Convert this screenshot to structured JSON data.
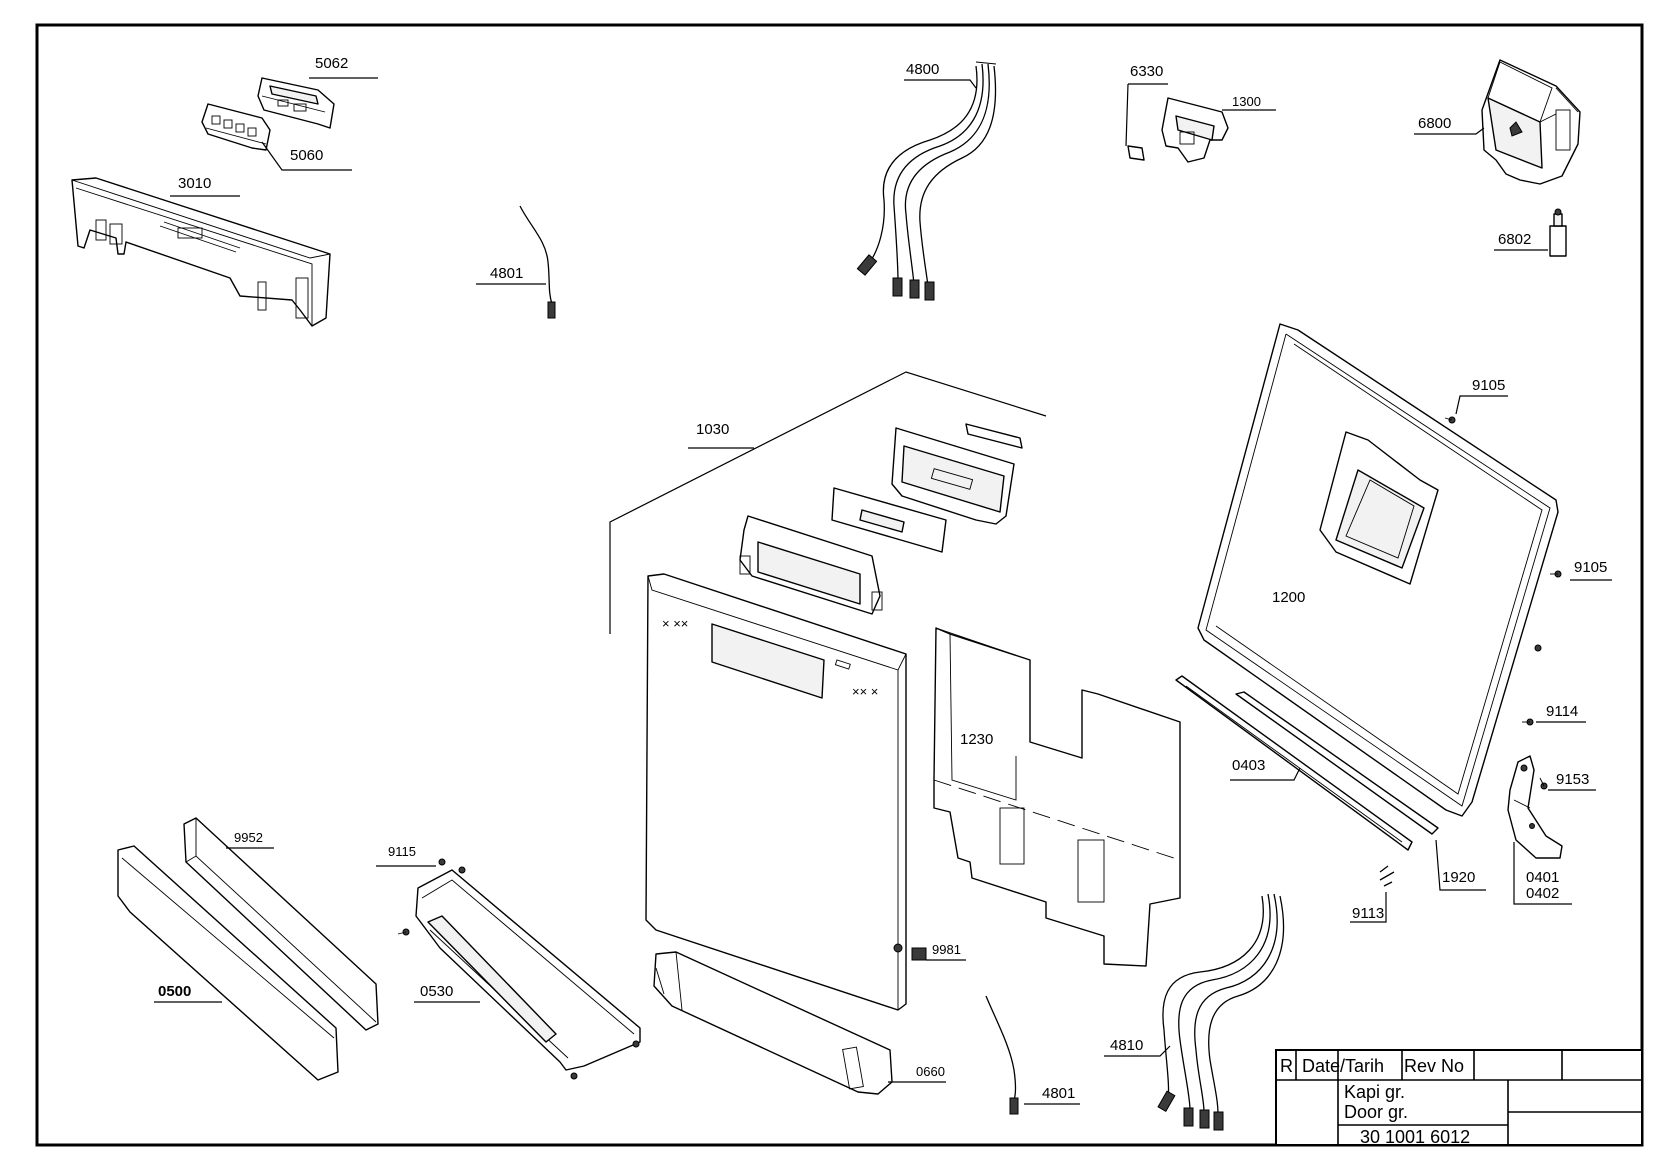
{
  "labels": {
    "p5062": "5062",
    "p5060": "5060",
    "p3010": "3010",
    "p4801_top": "4801",
    "p4800": "4800",
    "p6330": "6330",
    "p1300": "1300",
    "p6800": "6800",
    "p6802": "6802",
    "p9105_top": "9105",
    "p9105_right": "9105",
    "p1030": "1030",
    "p1200": "1200",
    "p1230": "1230",
    "p0403": "0403",
    "p9114": "9114",
    "p9153": "9153",
    "p0401": "0401",
    "p0402": "0402",
    "p1920": "1920",
    "p9113": "9113",
    "p9952": "9952",
    "p9115": "9115",
    "p0500": "0500",
    "p0530": "0530",
    "p9981": "9981",
    "p0660": "0660",
    "p4801_bottom": "4801",
    "p4810": "4810"
  },
  "title_block": {
    "col_r": "R",
    "col_date": "Date/Tarih",
    "col_rev": "Rev No",
    "name_tr": "Kapi gr.",
    "name_en": "Door gr.",
    "drawing_no": "30 1001 6012"
  }
}
